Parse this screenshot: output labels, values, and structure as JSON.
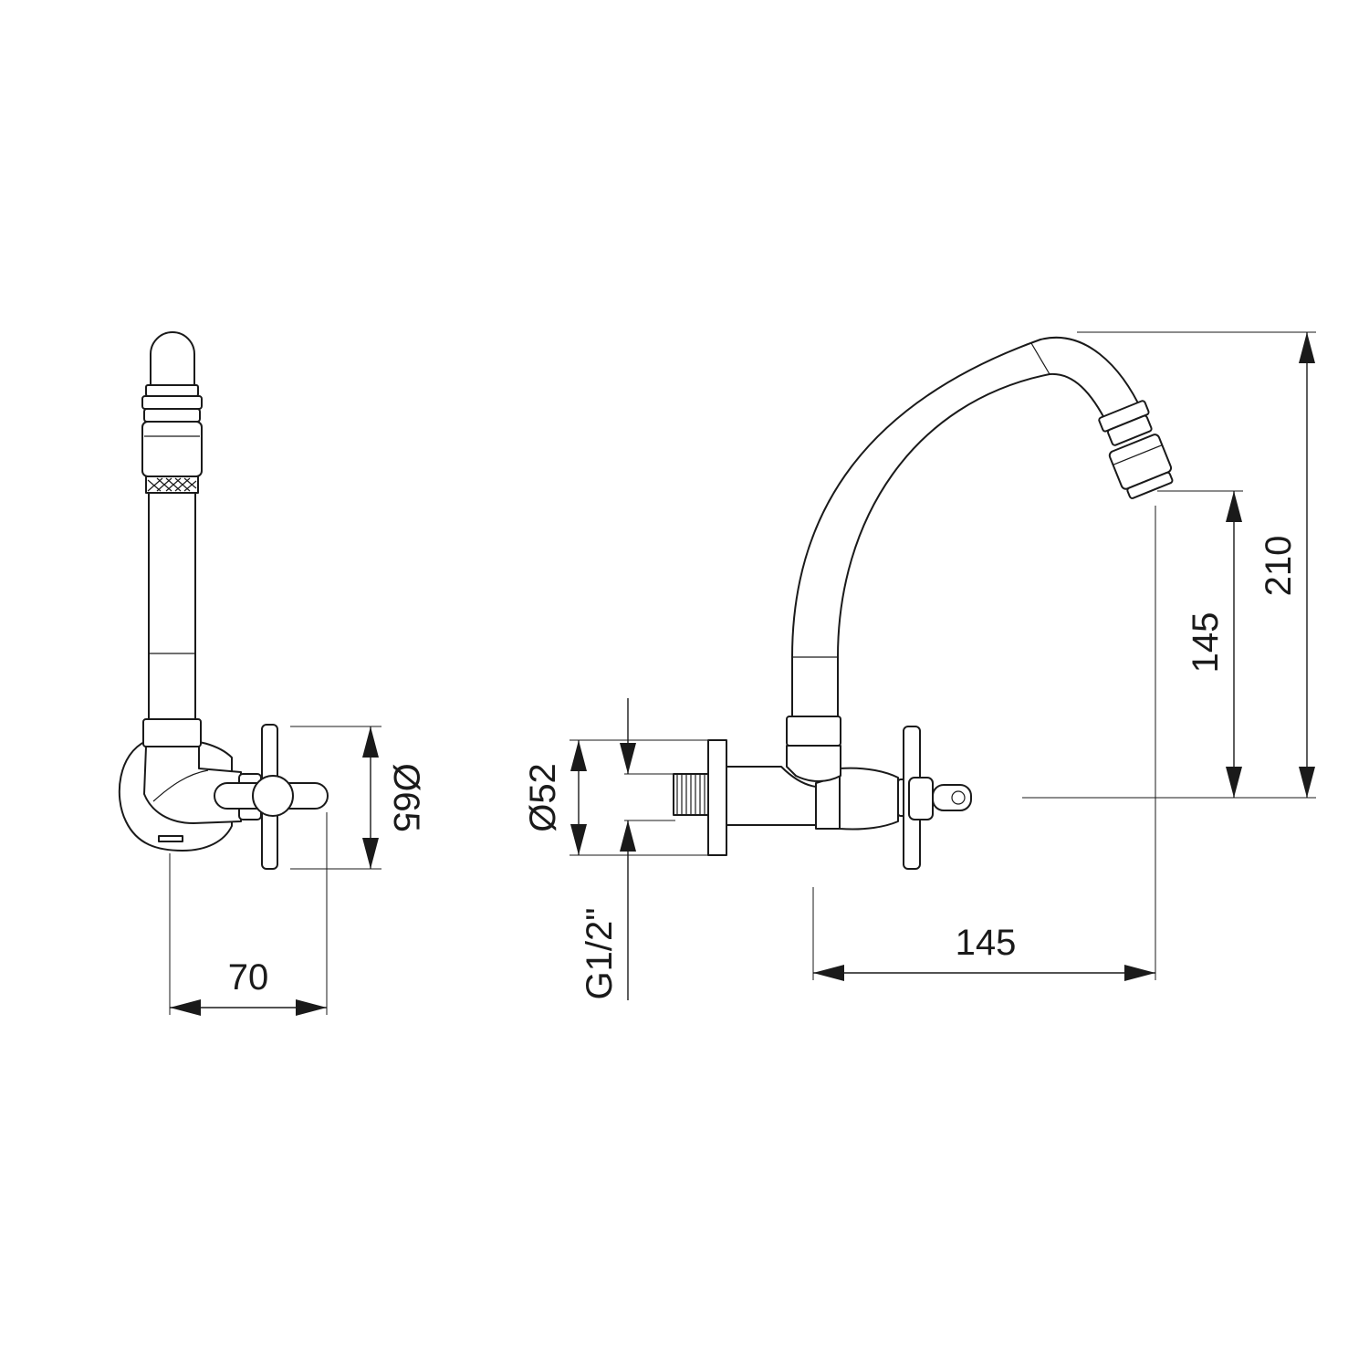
{
  "dimensions": {
    "side_width": "70",
    "side_rosette": "Ø65",
    "front_flange": "Ø52",
    "thread": "G1/2\"",
    "spout_reach": "145",
    "outlet_height": "145",
    "total_height": "210"
  },
  "colors": {
    "line": "#1a1a1a",
    "background": "#ffffff"
  }
}
